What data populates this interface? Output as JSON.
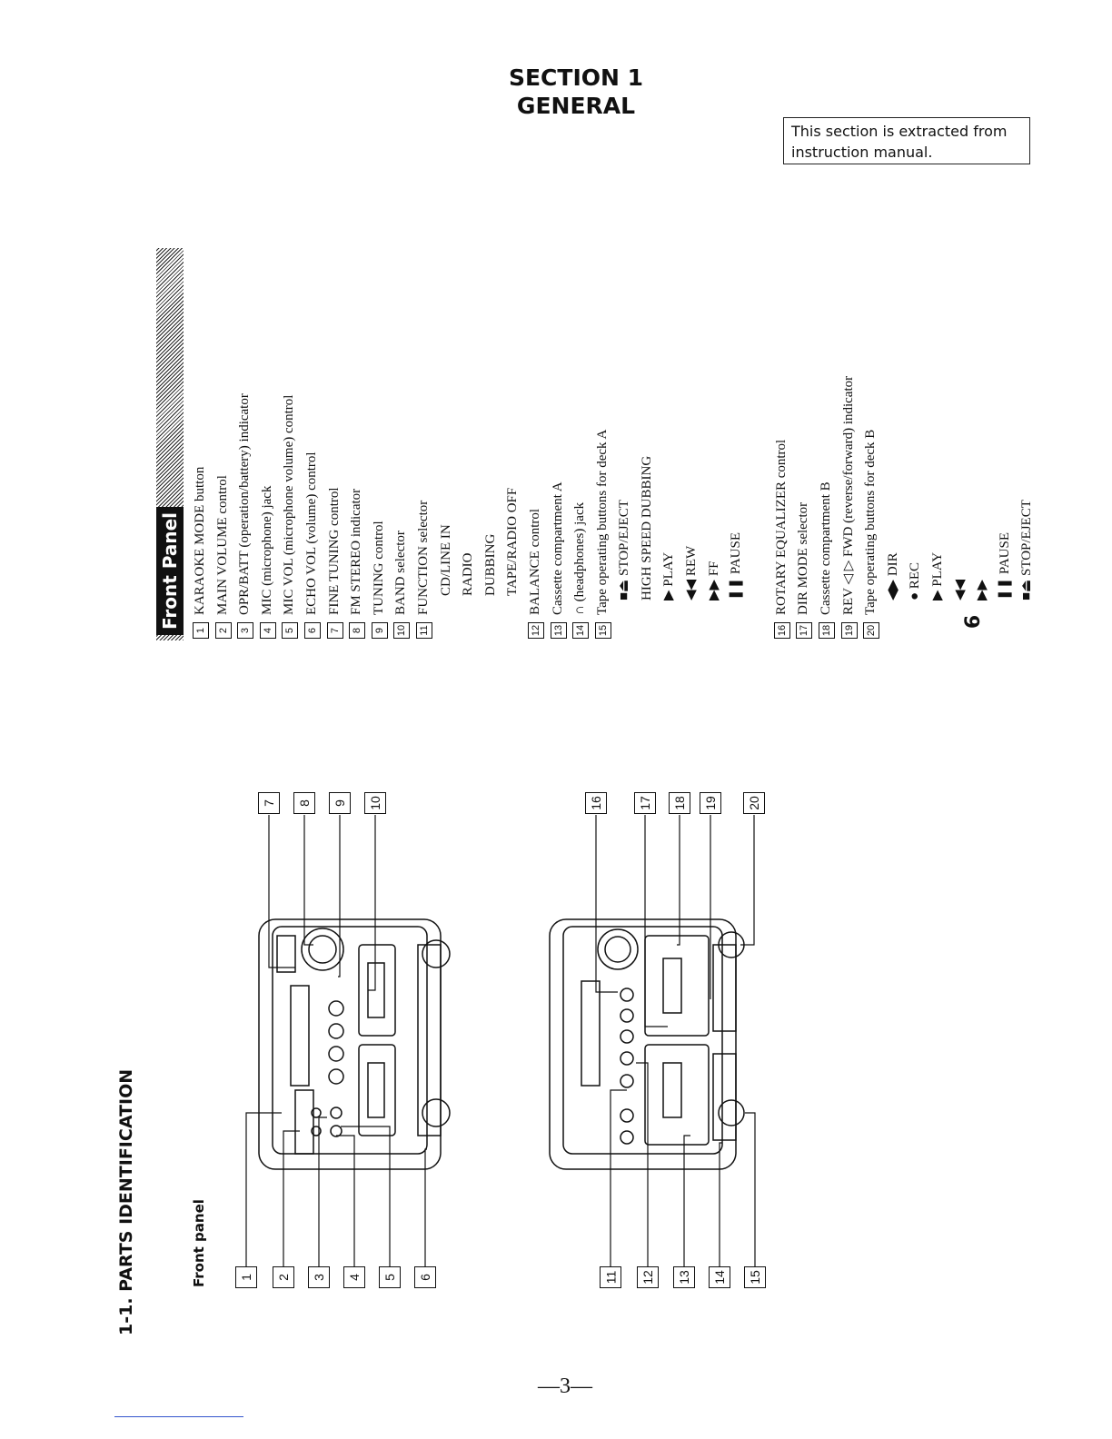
{
  "header": {
    "section_line1": "SECTION 1",
    "section_line2": "GENERAL"
  },
  "note": "This section is extracted from instruction manual.",
  "parts_heading": "1-1.  PARTS IDENTIFICATION",
  "front_panel_label": "Front panel",
  "side_page_number": "6",
  "page_number": "—3—",
  "legend": {
    "banner": "Front Panel",
    "items": [
      {
        "num": "1",
        "label": "KARAOKE MODE button"
      },
      {
        "num": "2",
        "label": "MAIN VOLUME control"
      },
      {
        "num": "3",
        "label": "OPR/BATT (operation/battery) indicator"
      },
      {
        "num": "4",
        "label": "MIC (microphone) jack"
      },
      {
        "num": "5",
        "label": "MIC VOL (microphone volume) control"
      },
      {
        "num": "6",
        "label": "ECHO VOL (volume) control"
      },
      {
        "num": "7",
        "label": "FINE TUNING control"
      },
      {
        "num": "8",
        "label": "FM STEREO indicator"
      },
      {
        "num": "9",
        "label": "TUNING control"
      },
      {
        "num": "10",
        "label": "BAND selector"
      },
      {
        "num": "11",
        "label": "FUNCTION selector"
      }
    ],
    "function_sub": [
      "CD/LINE IN",
      "RADIO",
      "DUBBING",
      "TAPE/RADIO OFF"
    ],
    "items2": [
      {
        "num": "12",
        "label": "BALANCE control"
      },
      {
        "num": "13",
        "label": "Cassette compartment A"
      },
      {
        "num": "14",
        "label": "∩ (headphones) jack"
      },
      {
        "num": "15",
        "label": "Tape operating buttons for deck A"
      }
    ],
    "deck_a_sub": [
      "■⏏ STOP/EJECT",
      "HIGH SPEED DUBBING",
      "▶ PLAY",
      "◀◀ REW",
      "▶▶ FF",
      "❚❚ PAUSE"
    ],
    "items3": [
      {
        "num": "16",
        "label": "ROTARY EQUALIZER control"
      },
      {
        "num": "17",
        "label": "DIR MODE selector"
      },
      {
        "num": "18",
        "label": "Cassette compartment B"
      },
      {
        "num": "19",
        "label": "REV ◁ ▷ FWD (reverse/forward) indicator"
      },
      {
        "num": "20",
        "label": "Tape operating buttons for deck B"
      }
    ],
    "deck_b_sub": [
      "◀▶ DIR",
      "● REC",
      "▶ PLAY",
      "◀◀",
      "▶▶",
      "❚❚ PAUSE",
      "■⏏ STOP/EJECT"
    ]
  },
  "callouts_top": [
    "7",
    "8",
    "9",
    "10"
  ],
  "callouts_top2": [
    "16",
    "17",
    "18",
    "19",
    "20"
  ],
  "callouts_bottom": [
    "1",
    "2",
    "3",
    "4",
    "5",
    "6"
  ],
  "callouts_bottom2": [
    "11",
    "12",
    "13",
    "14",
    "15"
  ]
}
